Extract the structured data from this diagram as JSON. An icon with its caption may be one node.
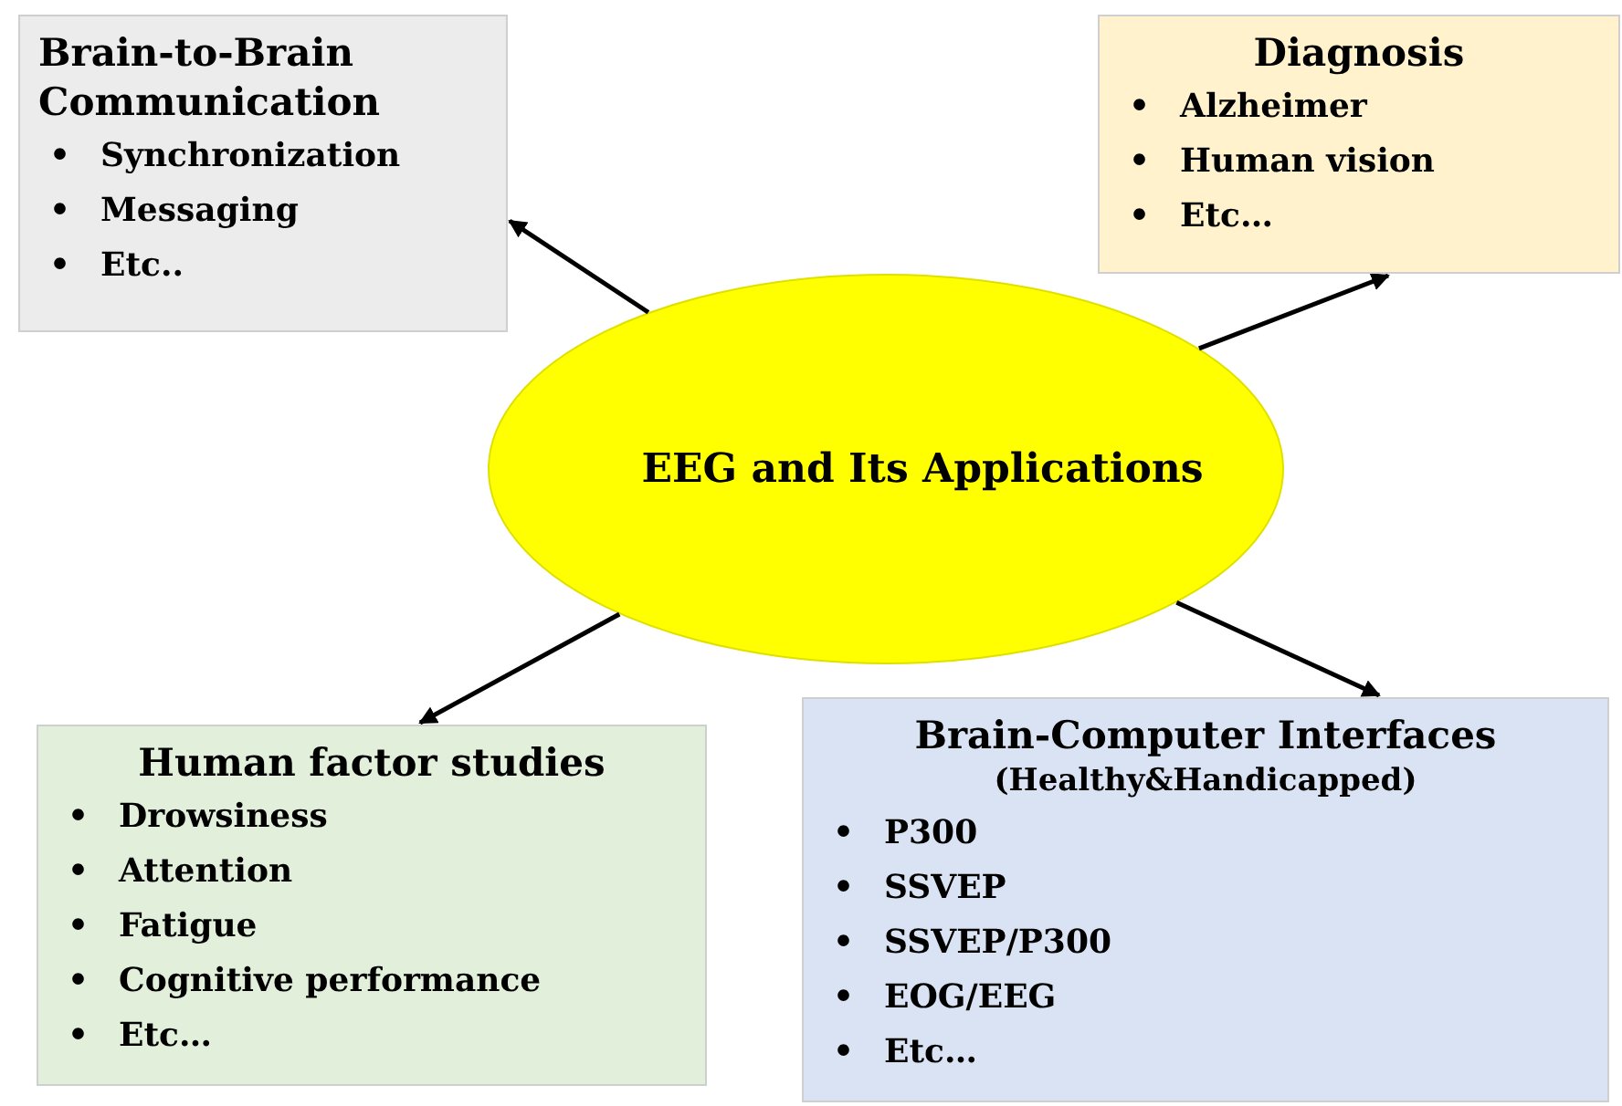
{
  "diagram": {
    "nodes": [
      {
        "text": [
          "EEG and Its Applications"
        ]
      },
      {
        "text": [
          "Brain-to-Brain Communication",
          "•",
          "Synchronization",
          "•",
          "Messaging",
          "•",
          "Etc.."
        ]
      },
      {
        "text": [
          "Diagnosis",
          "•",
          "Alzheimer",
          "•",
          "Human vision",
          "•",
          "Etc…"
        ]
      },
      {
        "text": [
          "Human factor studies",
          "•",
          "Drowsiness",
          "•",
          "Attention",
          "•",
          "Fatigue",
          "•",
          "Cognitive performance",
          "•",
          "Etc…"
        ]
      },
      {
        "text": [
          "Brain-Computer Interfaces",
          "(Healthy&Handicapped)",
          "•",
          "P300",
          "•",
          "SSVEP",
          "•",
          "SSVEP/P300",
          "•",
          "EOG/EEG",
          "•",
          "Etc…"
        ]
      }
    ],
    "edges": [
      {
        "from": 0,
        "to": 1,
        "arrow": "to"
      },
      {
        "from": 0,
        "to": 2,
        "arrow": "to"
      },
      {
        "from": 0,
        "to": 3,
        "arrow": "to"
      },
      {
        "from": 0,
        "to": 4,
        "arrow": "to"
      }
    ]
  }
}
